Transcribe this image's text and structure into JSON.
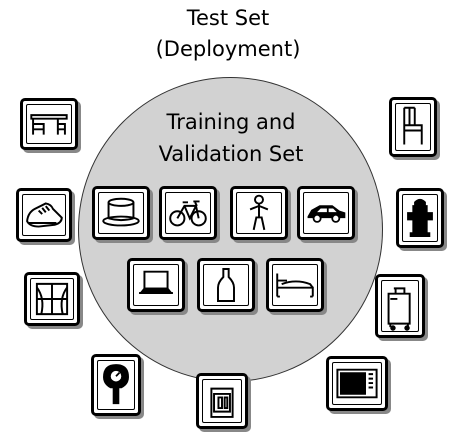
{
  "diagram": {
    "test_title_line1": "Test Set",
    "test_title_line2": "(Deployment)",
    "train_title_line1": "Training and",
    "train_title_line2": "Validation Set"
  },
  "icons": {
    "training": [
      "hat-icon",
      "bicycle-icon",
      "person-icon",
      "car-icon",
      "laptop-icon",
      "bottle-icon",
      "bed-icon"
    ],
    "test": [
      "desk-icon",
      "chair-icon",
      "shoe-icon",
      "fire-hydrant-icon",
      "window-icon",
      "suitcase-icon",
      "parking-meter-icon",
      "toaster-icon",
      "microwave-icon"
    ]
  }
}
